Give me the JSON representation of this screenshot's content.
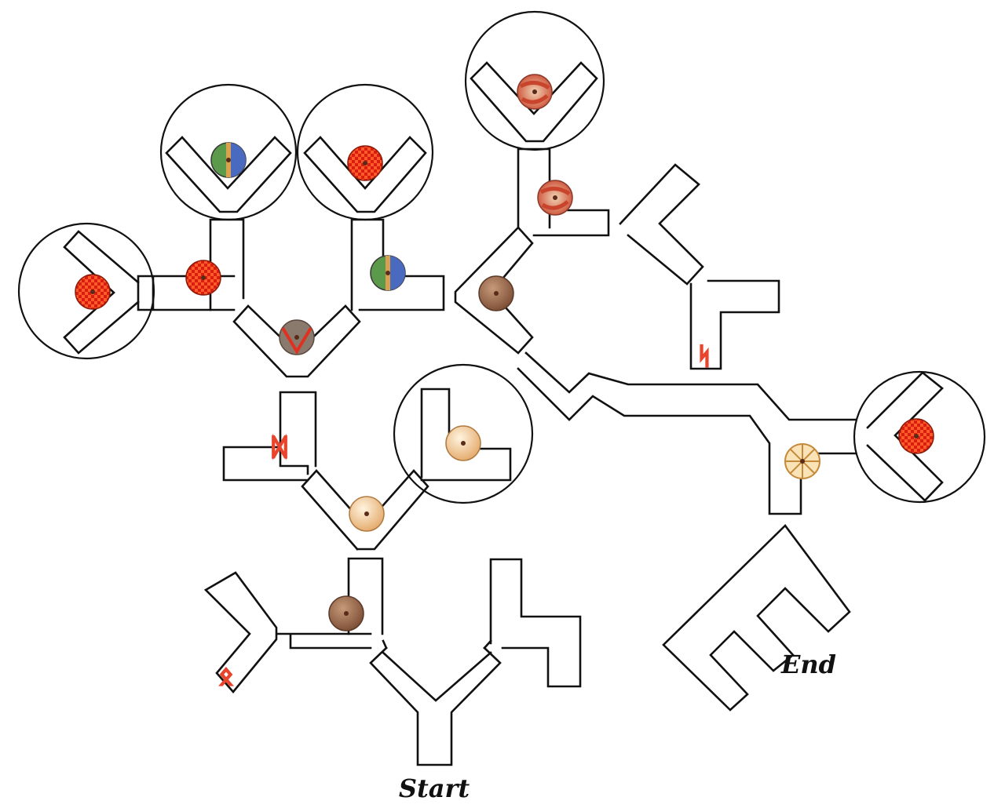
{
  "labels": {
    "start": "Start",
    "end": "End"
  },
  "colors": {
    "wall": "#111111",
    "background": "#ffffff",
    "rune_glow": "#e8452c",
    "rune_fill": "#f7d89a"
  },
  "shields": [
    {
      "id": "shield-far-left-room",
      "pattern": "red-checker"
    },
    {
      "id": "shield-left-corridor",
      "pattern": "red-checker"
    },
    {
      "id": "shield-top-left-room",
      "pattern": "green-blue"
    },
    {
      "id": "shield-top-middle-room",
      "pattern": "red-checker"
    },
    {
      "id": "shield-middle-corridor",
      "pattern": "green-blue"
    },
    {
      "id": "shield-chevron-junction",
      "pattern": "grey-red-chevron"
    },
    {
      "id": "shield-top-right-room",
      "pattern": "red-swirl"
    },
    {
      "id": "shield-top-right-corridor",
      "pattern": "red-swirl"
    },
    {
      "id": "shield-central-junction",
      "pattern": "plain-brown"
    },
    {
      "id": "shield-lower-right-room",
      "pattern": "peach"
    },
    {
      "id": "shield-lower-junction",
      "pattern": "peach"
    },
    {
      "id": "shield-start-corridor",
      "pattern": "plain-brown"
    },
    {
      "id": "shield-end-corridor",
      "pattern": "wheel"
    },
    {
      "id": "shield-far-right-room",
      "pattern": "red-checker"
    }
  ],
  "runes": [
    {
      "id": "rune-sowilo",
      "glyph": "ᛋ"
    },
    {
      "id": "rune-dagaz",
      "glyph": "ᛞ"
    },
    {
      "id": "rune-othala",
      "glyph": "ᛟ"
    }
  ]
}
